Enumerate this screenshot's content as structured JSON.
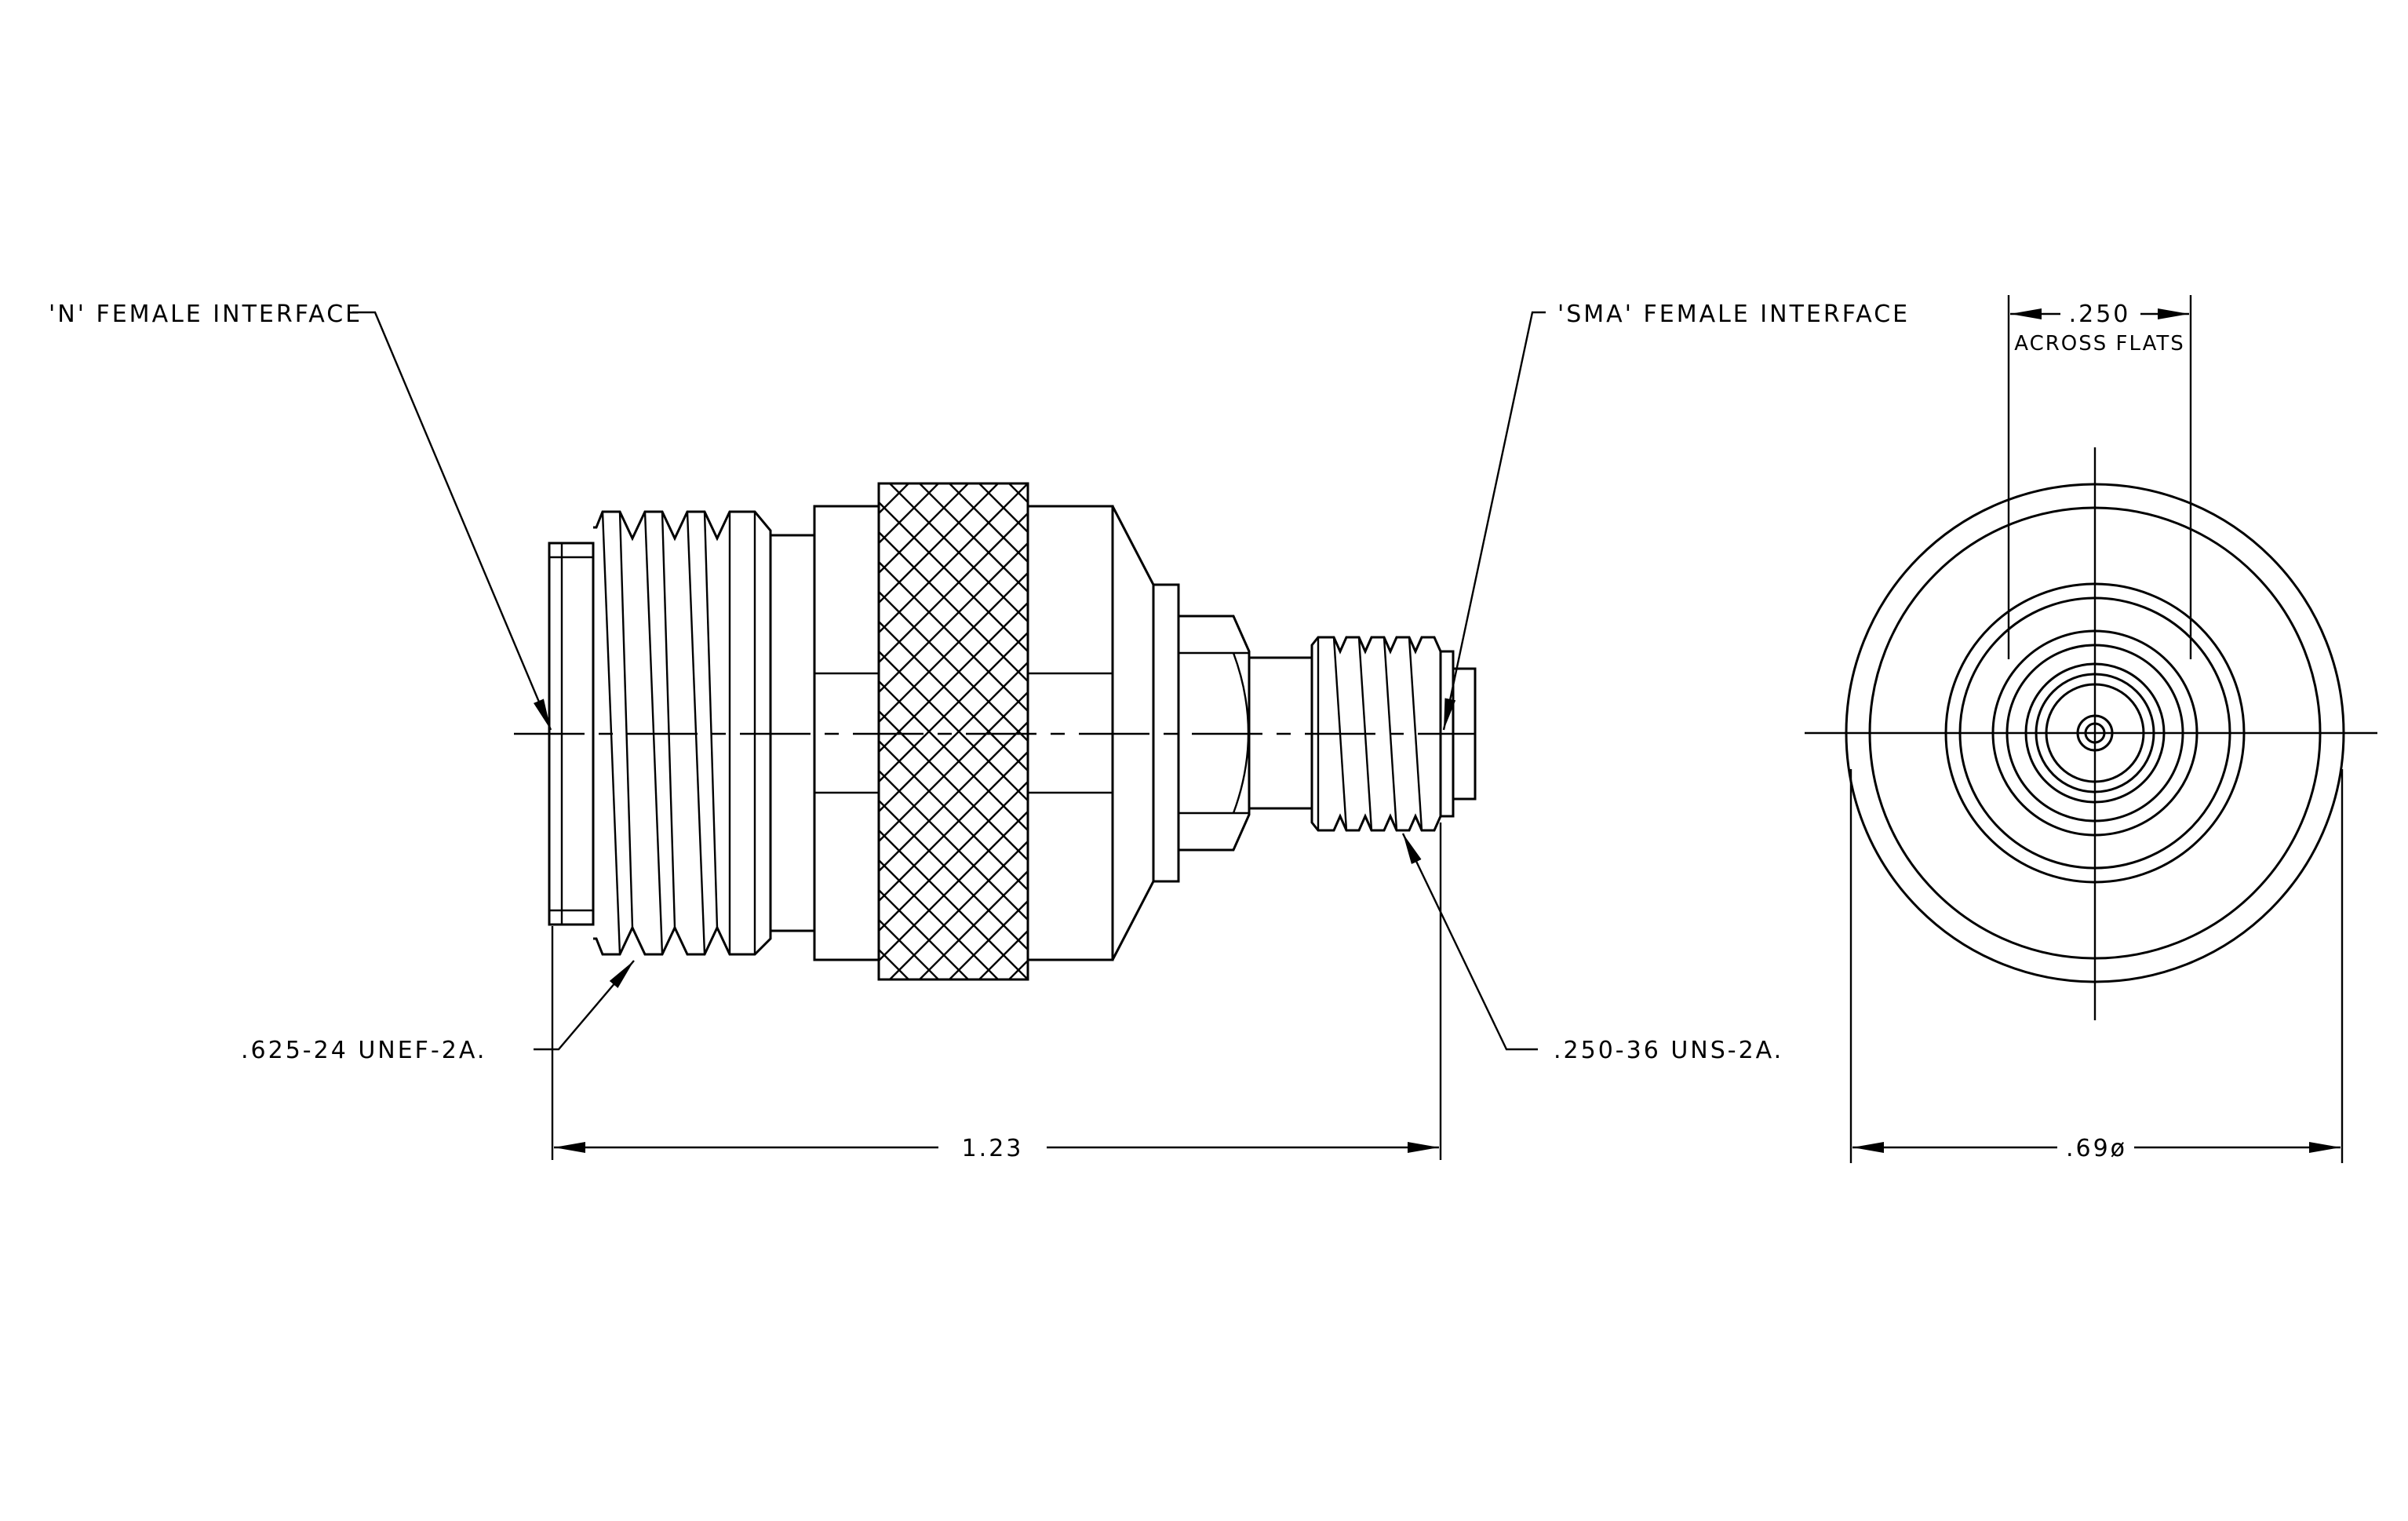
{
  "labels": {
    "n_interface": "'N' FEMALE INTERFACE",
    "sma_interface": "'SMA' FEMALE INTERFACE",
    "across_flats_value": ".250",
    "across_flats_note": "ACROSS FLATS",
    "n_thread": ".625-24 UNEF-2A.",
    "sma_thread": ".250-36 UNS-2A.",
    "overall_length": "1.23",
    "diameter": ".69ø"
  }
}
